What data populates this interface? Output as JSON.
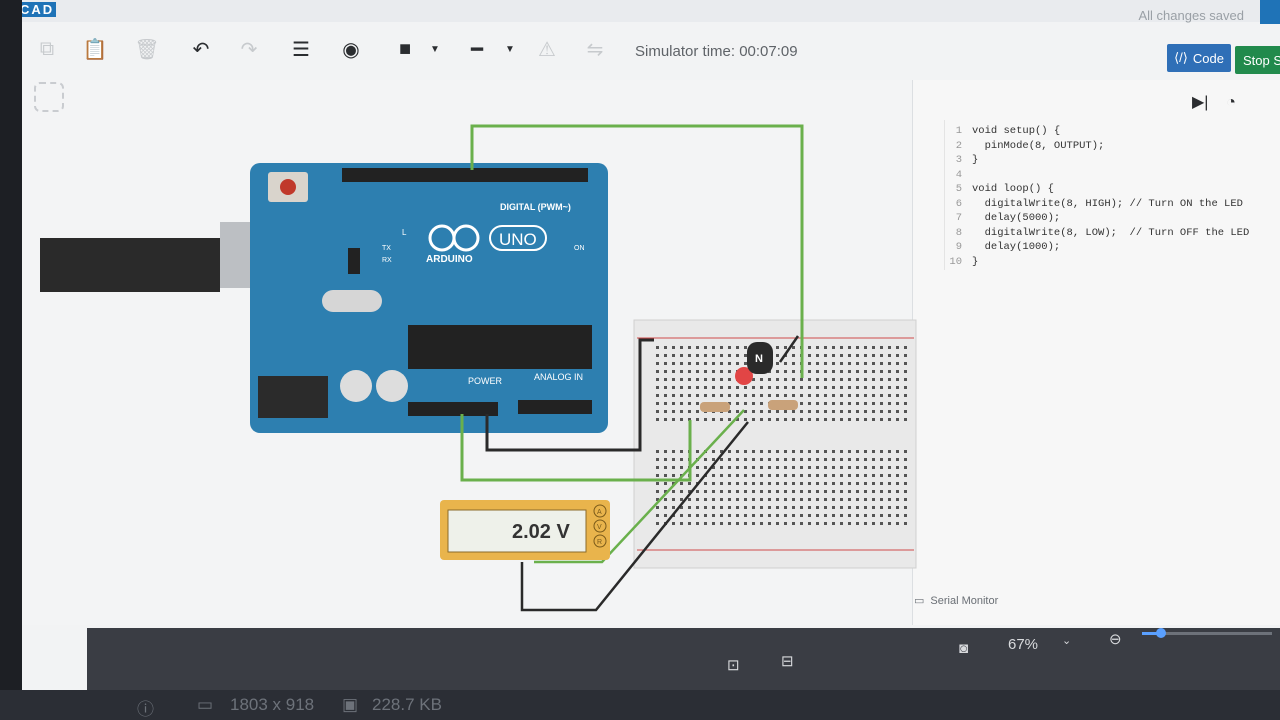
{
  "app": {
    "logo": "CAD",
    "save_status": "All changes saved"
  },
  "toolbar": {
    "simulator_time": "Simulator time: 00:07:09",
    "code_label": "Code",
    "stop_label": "Stop Si"
  },
  "circuit": {
    "arduino_brand": "ARDUINO",
    "arduino_model": "UNO",
    "digital_label": "DIGITAL (PWM~)",
    "power_label": "POWER",
    "analog_label": "ANALOG IN",
    "on_label": "ON",
    "tx_label": "TX",
    "rx_label": "RX",
    "l_label": "L",
    "transistor_label": "N",
    "multimeter_reading": "2.02 V",
    "multimeter_modes": [
      "A",
      "V",
      "R"
    ]
  },
  "code": {
    "lines": [
      "void setup() {",
      "  pinMode(8, OUTPUT);",
      "}",
      "",
      "void loop() {",
      "  digitalWrite(8, HIGH); // Turn ON the LED",
      "  delay(5000);",
      "  digitalWrite(8, LOW);  // Turn OFF the LED",
      "  delay(1000);",
      "}"
    ],
    "serial_monitor": "Serial Monitor"
  },
  "bottom_bar": {
    "zoom": "67%"
  },
  "status_bar": {
    "dimensions": "1803 x 918",
    "file_size": "228.7 KB"
  },
  "colors": {
    "accent_blue": "#2f6fb7",
    "stop_green": "#218a4c",
    "arduino_teal": "#2d7fb0",
    "wire_green": "#6ab04c"
  }
}
